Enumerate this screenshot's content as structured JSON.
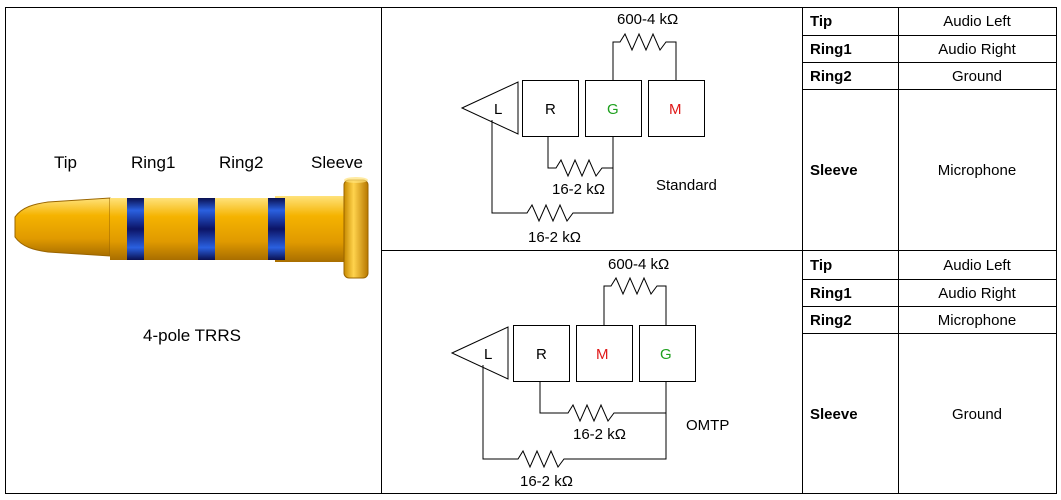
{
  "plug": {
    "labels": {
      "tip": "Tip",
      "ring1": "Ring1",
      "ring2": "Ring2",
      "sleeve": "Sleeve"
    },
    "caption": "4-pole TRRS",
    "colors": {
      "metal": "#F2A900",
      "metal_dark": "#B87800",
      "band_dark": "#0C1466",
      "band_light": "#2A60E0"
    }
  },
  "standard": {
    "name": "Standard",
    "boxes": {
      "first": "R",
      "second": "G",
      "third": "M"
    },
    "tip_label": "L",
    "resistor_top": "600-4 kΩ",
    "resistor_mid": "16-2 kΩ",
    "resistor_bottom": "16-2 kΩ",
    "table": [
      {
        "pin": "Tip",
        "function": "Audio Left"
      },
      {
        "pin": "Ring1",
        "function": "Audio Right"
      },
      {
        "pin": "Ring2",
        "function": "Ground"
      },
      {
        "pin": "Sleeve",
        "function": "Microphone"
      }
    ]
  },
  "omtp": {
    "name": "OMTP",
    "boxes": {
      "first": "R",
      "second": "M",
      "third": "G"
    },
    "tip_label": "L",
    "resistor_top": "600-4 kΩ",
    "resistor_mid": "16-2 kΩ",
    "resistor_bottom": "16-2 kΩ",
    "table": [
      {
        "pin": "Tip",
        "function": "Audio Left"
      },
      {
        "pin": "Ring1",
        "function": "Audio Right"
      },
      {
        "pin": "Ring2",
        "function": "Microphone"
      },
      {
        "pin": "Sleeve",
        "function": "Ground"
      }
    ]
  },
  "colors": {
    "ground_text": "#1EA01E",
    "mic_text": "#E01818",
    "grid": "#000000"
  }
}
